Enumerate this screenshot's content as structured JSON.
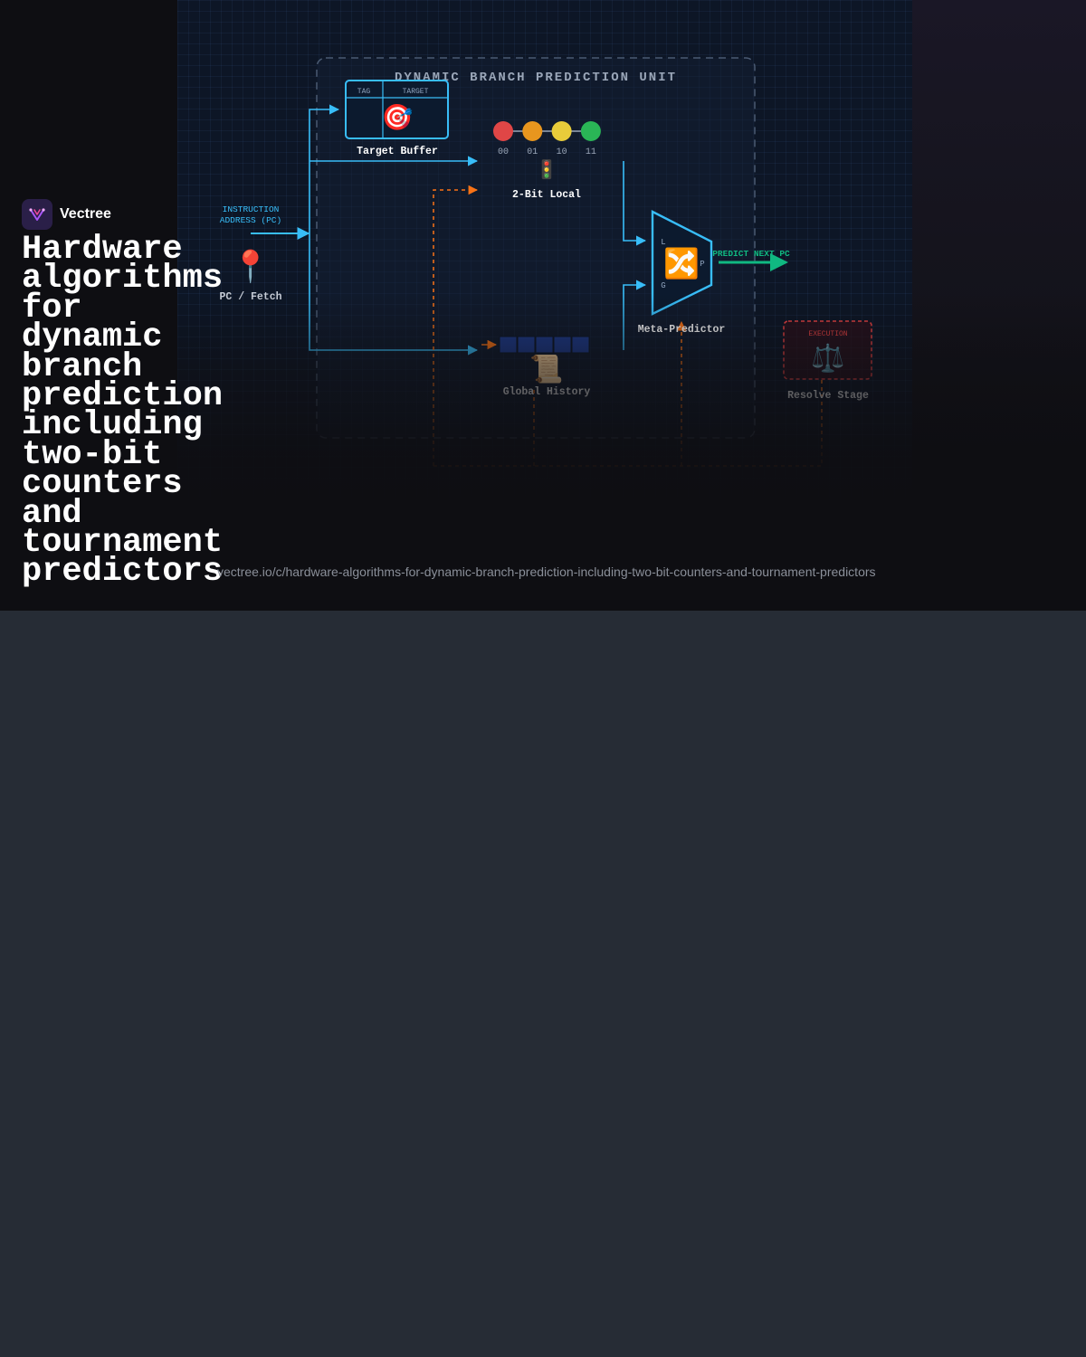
{
  "brand": {
    "name": "Vectree"
  },
  "headline": "Hardware algorithms for dynamic branch prediction including two-bit counters and tournament predictors",
  "url": "vectree.io/c/hardware-algorithms-for-dynamic-branch-prediction-including-two-bit-counters-and-tournament-predictors",
  "diagram": {
    "unit_title": "DYNAMIC BRANCH PREDICTION UNIT",
    "pc": {
      "input_label_line1": "INSTRUCTION",
      "input_label_line2": "ADDRESS (PC)",
      "label": "PC / Fetch",
      "icon": "📍"
    },
    "target_buffer": {
      "col_tag": "TAG",
      "col_target": "TARGET",
      "label": "Target Buffer",
      "icon": "🎯"
    },
    "local": {
      "states": [
        "00",
        "01",
        "10",
        "11"
      ],
      "state_colors": [
        "#e04646",
        "#e8961e",
        "#e8cc3a",
        "#2ab556"
      ],
      "label": "2-Bit Local",
      "icon": "🚦"
    },
    "global": {
      "label": "Global History",
      "icon": "📜"
    },
    "meta": {
      "label": "Meta-Predictor",
      "input_l": "L",
      "input_g": "G",
      "output_p": "P",
      "icon": "🔀"
    },
    "output": {
      "label": "PREDICT NEXT PC"
    },
    "resolve": {
      "tag": "EXECUTION",
      "label": "Resolve Stage",
      "icon": "⚖️"
    },
    "colors": {
      "accent_blue": "#38bdf8",
      "accent_orange": "#f97316",
      "accent_green": "#10b981",
      "accent_red": "#ef4444"
    }
  }
}
